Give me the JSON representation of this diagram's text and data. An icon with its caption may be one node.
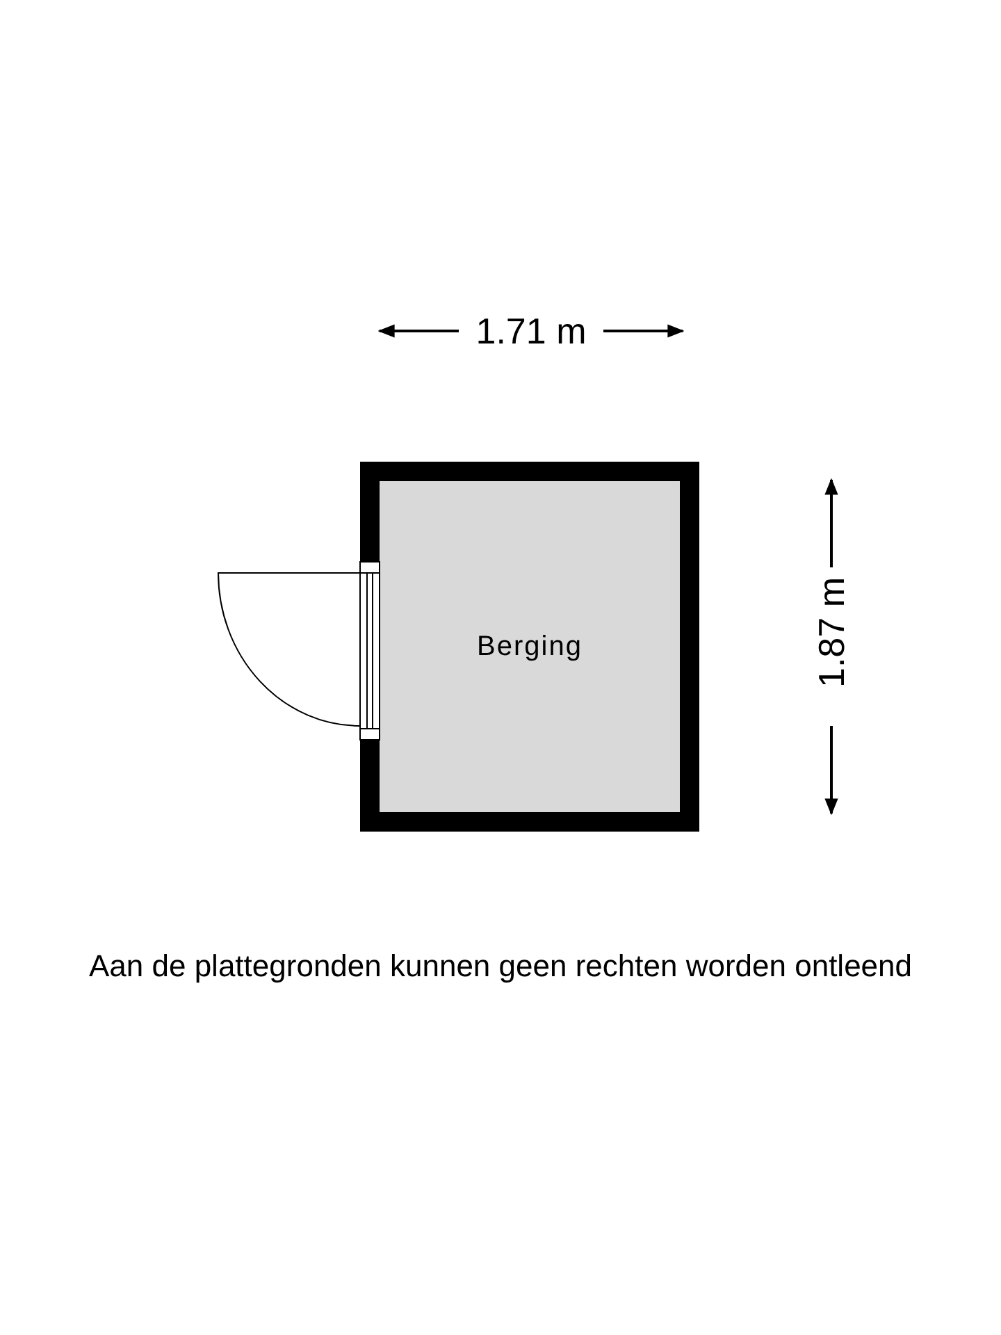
{
  "diagram": {
    "nodes": [
      {
        "text": [
          "Berging"
        ]
      }
    ],
    "edges": [],
    "labels": [
      "1.71 m",
      "1.87 m",
      "Aan de plattegronden kunnen geen rechten worden ontleend"
    ]
  }
}
